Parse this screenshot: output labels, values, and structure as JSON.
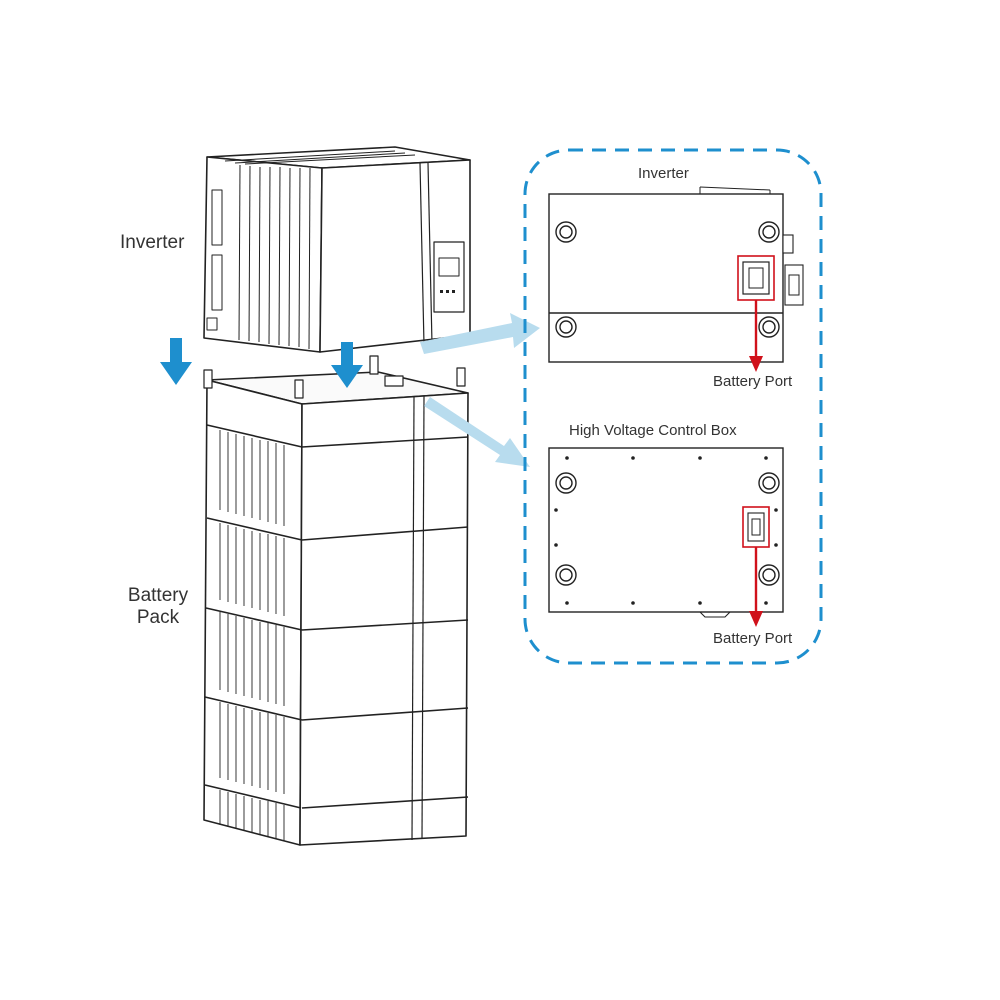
{
  "labels": {
    "inverter": "Inverter",
    "battery_pack_line1": "Battery",
    "battery_pack_line2": "Pack",
    "detail_inverter": "Inverter",
    "detail_control_box": "High Voltage Control Box",
    "battery_port_top": "Battery Port",
    "battery_port_bottom": "Battery Port"
  },
  "colors": {
    "line": "#222222",
    "accent_blue": "#1e8fce",
    "callout_blue": "#b8dcee",
    "port_red": "#d0111b"
  },
  "icons": {
    "down_arrow": "down-arrow-icon",
    "callout_arrow": "callout-arrow-icon",
    "port_pointer": "red-arrow-icon"
  }
}
